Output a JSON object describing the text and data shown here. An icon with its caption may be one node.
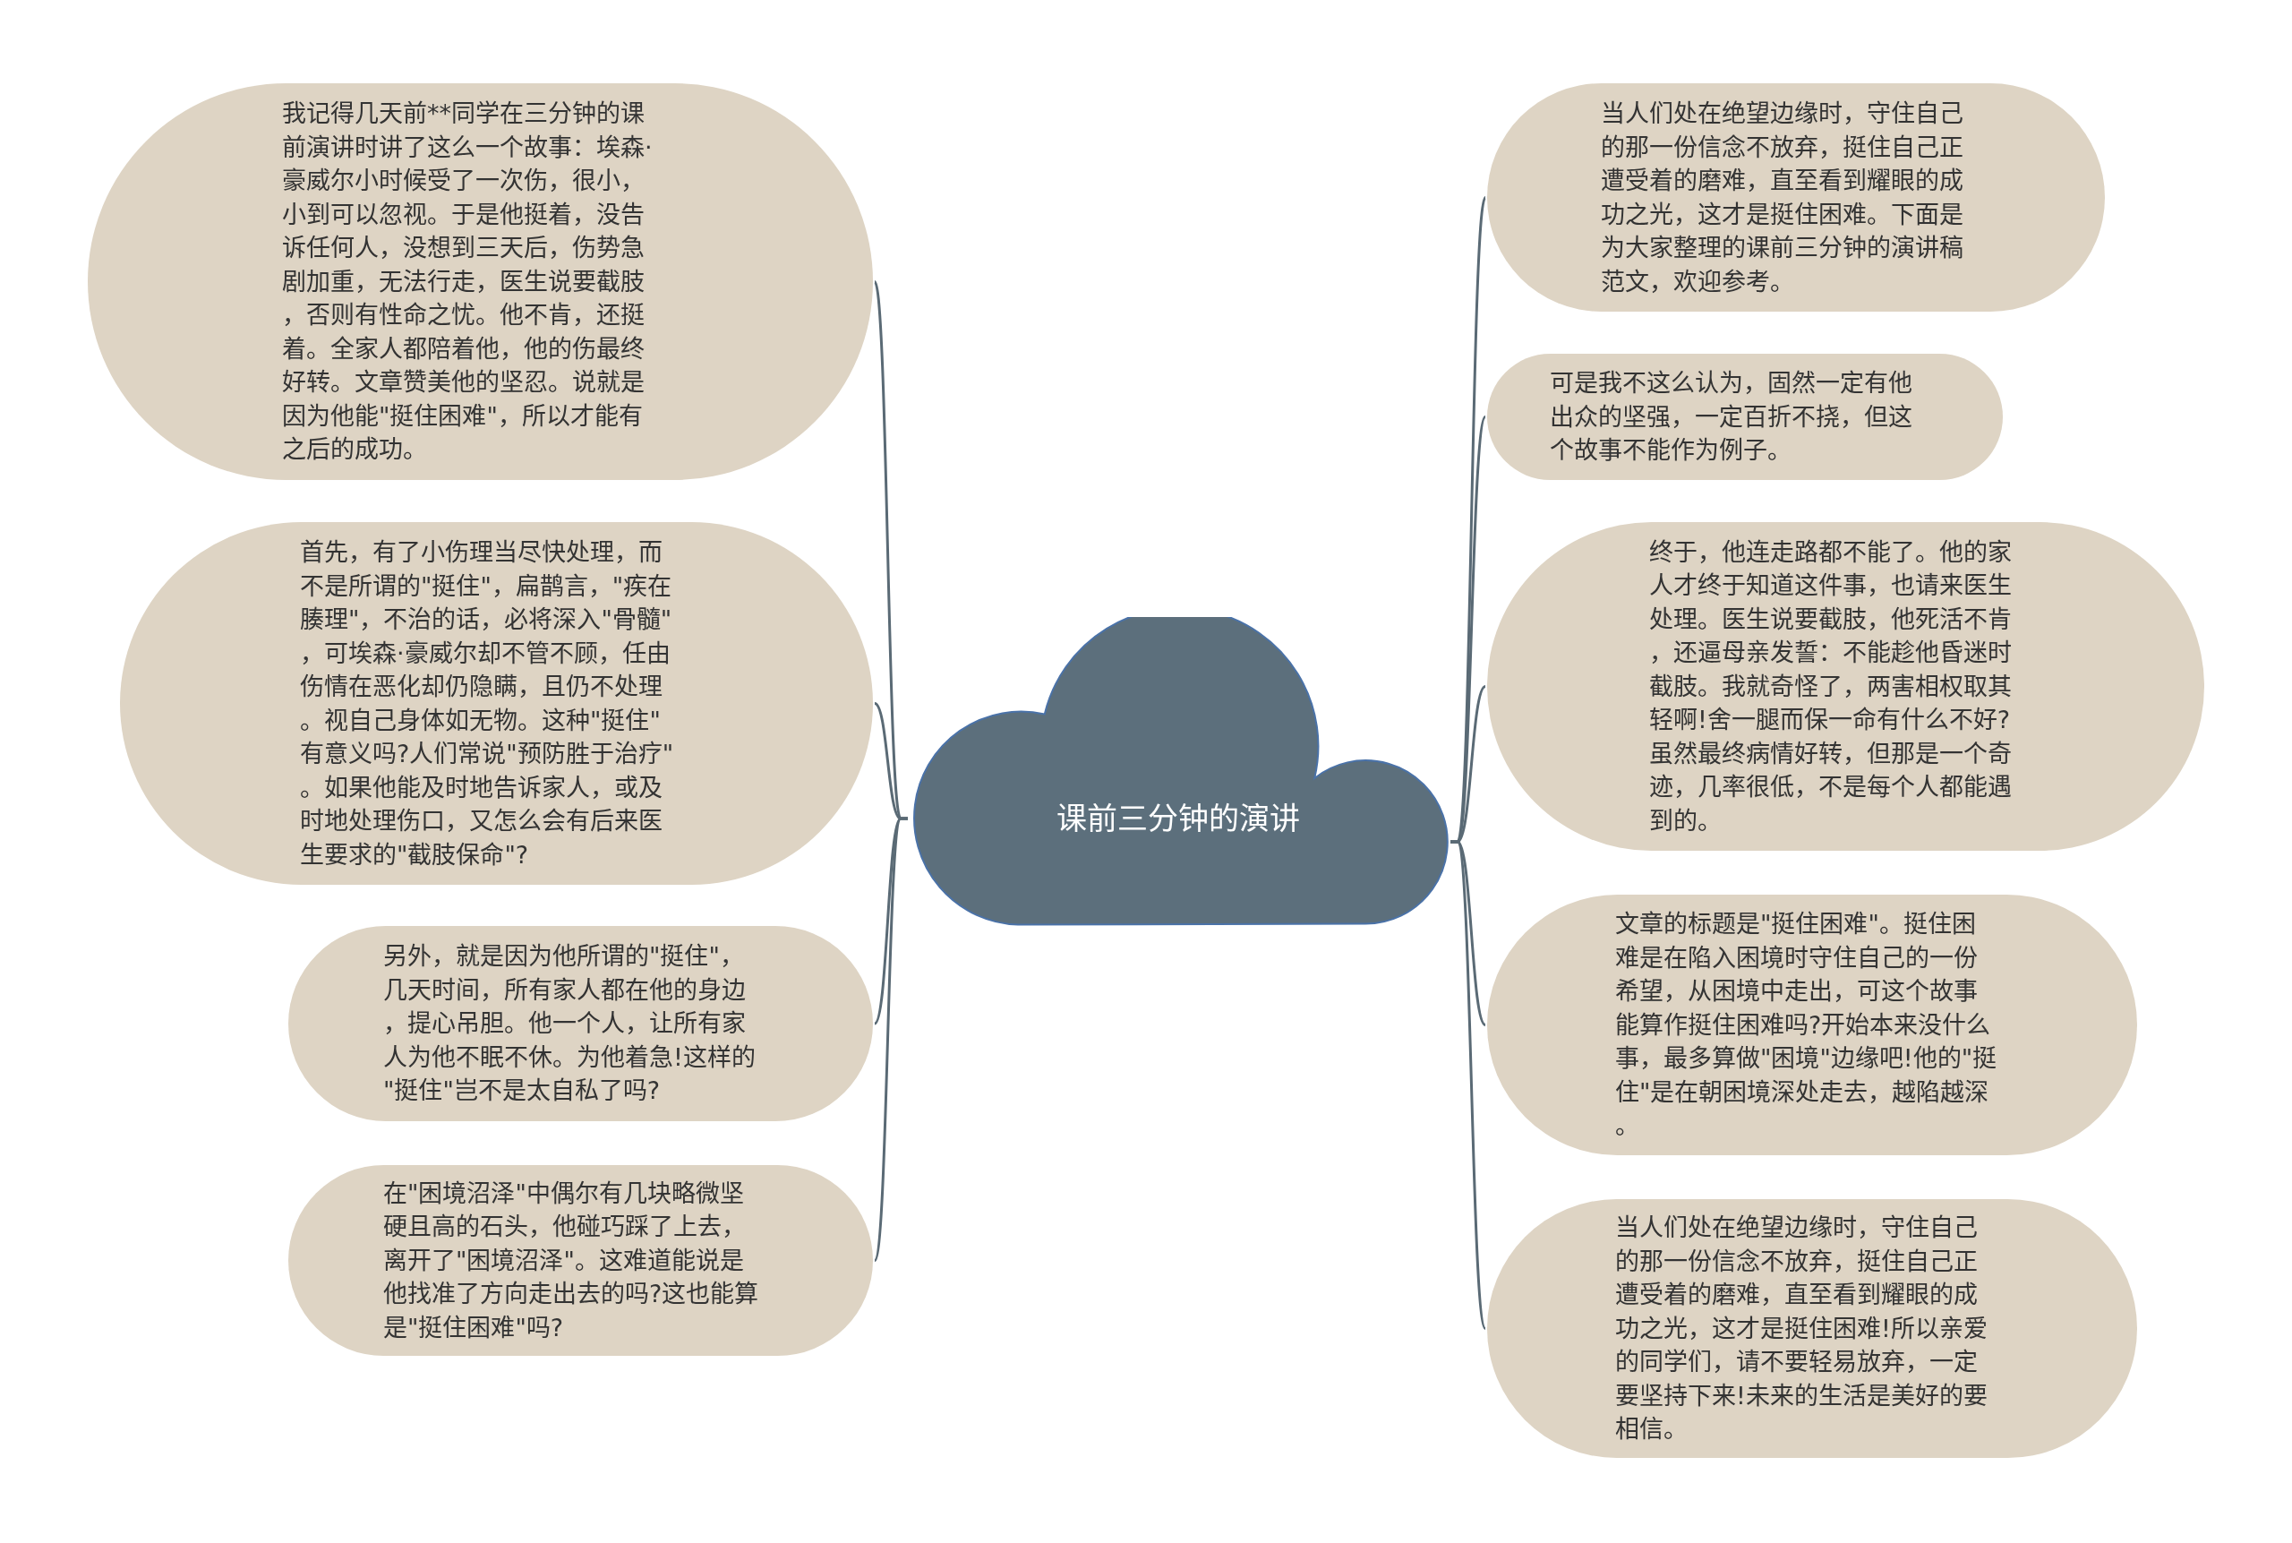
{
  "diagram": {
    "nodes": [
      {
        "text": [
          "课前三分钟的演讲"
        ]
      },
      {
        "text": [
          "我记得几天前**同学在三分钟的课前演讲时讲了这么一个故事：埃森·豪威尔小时候受了一次伤，很小，小到可以忽视。于是他挺着，没告诉任何人，没想到三天后，伤势急剧加重，无法行走，医生说要截肢，否则有性命之忧。他不肯，还挺着。全家人都陪着他，他的伤最终好转。文章赞美他的坚忍。说就是因为他能\"挺住困难\"，所以才能有之后的成功。"
        ]
      },
      {
        "text": [
          "首先，有了小伤理当尽快处理，而不是所谓的\"挺住\"，扁鹊言，\"疾在腠理\"，不治的话，必将深入\"骨髓\"，可埃森·豪威尔却不管不顾，任由伤情在恶化却仍隐瞒，且仍不处理。视自己身体如无物。这种\"挺住\"有意义吗?人们常说\"预防胜于治疗\"。如果他能及时地告诉家人，或及时地处理伤口，又怎么会有后来医生要求的\"截肢保命\"?"
        ]
      },
      {
        "text": [
          "另外，就是因为他所谓的\"挺住\"，几天时间，所有家人都在他的身边，提心吊胆。他一个人，让所有家人为他不眠不休。为他着急!这样的\"挺住\"岂不是太自私了吗?"
        ]
      },
      {
        "text": [
          "在\"困境沼泽\"中偶尔有几块略微坚硬且高的石头，他碰巧踩了上去，离开了\"困境沼泽\"。这难道能说是他找准了方向走出去的吗?这也能算是\"挺住困难\"吗?"
        ]
      },
      {
        "text": [
          "当人们处在绝望边缘时，守住自己的那一份信念不放弃，挺住自己正遭受着的磨难，直至看到耀眼的成功之光，这才是挺住困难。下面是为大家整理的课前三分钟的演讲稿范文，欢迎参考。"
        ]
      },
      {
        "text": [
          "可是我不这么认为，固然一定有他出众的坚强，一定百折不挠，但这个故事不能作为例子。"
        ]
      },
      {
        "text": [
          "终于，他连走路都不能了。他的家人才终于知道这件事，也请来医生处理。医生说要截肢，他死活不肯，还逼母亲发誓：不能趁他昏迷时截肢。我就奇怪了，两害相权取其轻啊!舍一腿而保一命有什么不好?虽然最终病情好转，但那是一个奇迹，几率很低，不是每个人都能遇到的。"
        ]
      },
      {
        "text": [
          "文章的标题是\"挺住困难\"。挺住困难是在陷入困境时守住自己的一份希望，从困境中走出，可这个故事能算作挺住困难吗?开始本来没什么事，最多算做\"困境\"边缘吧!他的\"挺住\"是在朝困境深处走去，越陷越深。"
        ]
      },
      {
        "text": [
          "当人们处在绝望边缘时，守住自己的那一份信念不放弃，挺住自己正遭受着的磨难，直至看到耀眼的成功之光，这才是挺住困难!所以亲爱的同学们，请不要轻易放弃，一定要坚持下来!未来的生活是美好的要相信。"
        ]
      }
    ],
    "edges": [
      {
        "from": 0,
        "to": 1,
        "arrow": "none"
      },
      {
        "from": 0,
        "to": 2,
        "arrow": "none"
      },
      {
        "from": 0,
        "to": 3,
        "arrow": "none"
      },
      {
        "from": 0,
        "to": 4,
        "arrow": "none"
      },
      {
        "from": 0,
        "to": 5,
        "arrow": "none"
      },
      {
        "from": 0,
        "to": 6,
        "arrow": "none"
      },
      {
        "from": 0,
        "to": 7,
        "arrow": "none"
      },
      {
        "from": 0,
        "to": 8,
        "arrow": "none"
      },
      {
        "from": 0,
        "to": 9,
        "arrow": "none"
      }
    ]
  }
}
